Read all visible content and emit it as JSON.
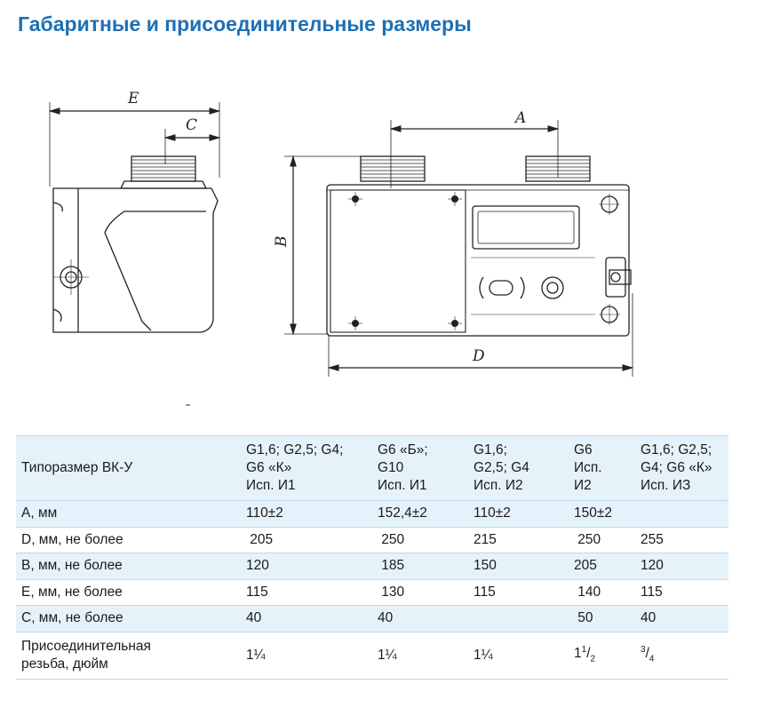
{
  "title": "Габаритные и присоединительные размеры",
  "drawing": {
    "labels": {
      "E": "E",
      "C": "C",
      "A": "A",
      "B": "B",
      "D": "D"
    }
  },
  "table": {
    "headers": [
      "Типоразмер ВК-У",
      [
        "G1,6; G2,5; G4;",
        "G6 «К»",
        "Исп. И1"
      ],
      [
        "G6 «Б»;",
        "G10",
        "Исп. И1"
      ],
      [
        "G1,6;",
        "G2,5; G4",
        "Исп. И2"
      ],
      [
        "G6",
        "Исп.",
        "И2"
      ],
      [
        "G1,6; G2,5;",
        "G4; G6 «К»",
        "Исп. ИЗ"
      ]
    ],
    "rows": [
      [
        "A, мм",
        "110±2",
        "152,4±2",
        "110±2",
        "150±2",
        ""
      ],
      [
        "D, мм, не более",
        " 205",
        " 250",
        "215",
        " 250",
        "255"
      ],
      [
        "B, мм, не более",
        "120",
        " 185",
        "150",
        "205",
        "120"
      ],
      [
        "E, мм, не более",
        "115",
        " 130",
        "115",
        " 140",
        "115"
      ],
      [
        "C, мм, не более",
        "40",
        "40",
        "",
        " 50",
        "40"
      ]
    ],
    "thread_row": {
      "label_lines": [
        "Присоединительная",
        "резьба, дюйм"
      ],
      "v1": "1¼",
      "v2": "1¼",
      "v3": "1¼",
      "v4_whole": "1",
      "v4_num": "1",
      "v4_den": "2",
      "v5_num": "3",
      "v5_den": "4"
    }
  }
}
